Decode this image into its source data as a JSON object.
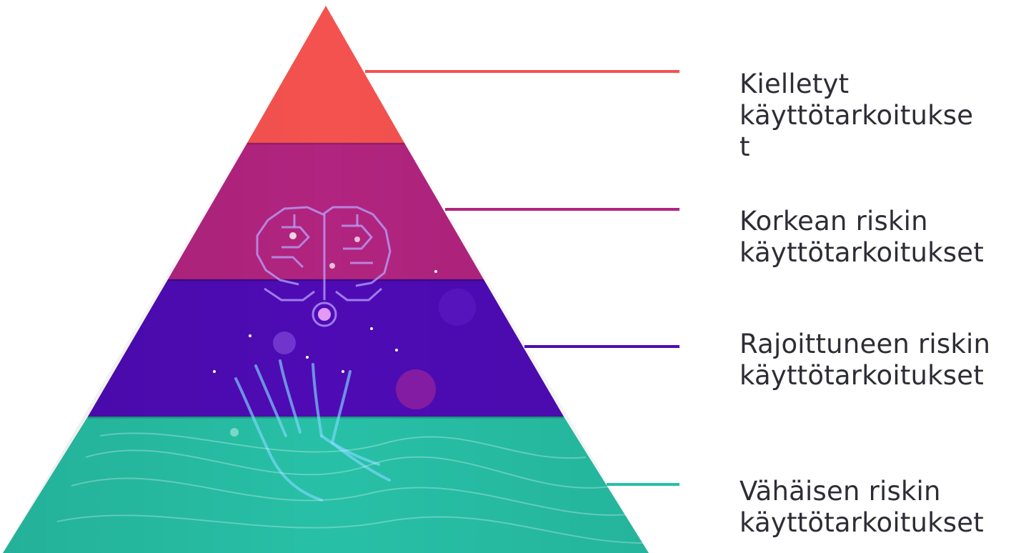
{
  "diagram": {
    "type": "risk-pyramid",
    "tiers": [
      {
        "id": "prohibited",
        "label_lines": [
          "Kielletyt",
          "käyttötarkoitukse",
          "t"
        ],
        "color": "#f4524f"
      },
      {
        "id": "high-risk",
        "label_lines": [
          "Korkean riskin",
          "käyttötarkoitukset"
        ],
        "color": "#b1247f"
      },
      {
        "id": "limited-risk",
        "label_lines": [
          "Rajoittuneen riskin",
          "käyttötarkoitukset"
        ],
        "color": "#4e0bb5"
      },
      {
        "id": "minimal-risk",
        "label_lines": [
          "Vähäisen riskin",
          "käyttötarkoitukset"
        ],
        "color": "#27c0a6"
      }
    ],
    "illustration": {
      "icons": [
        "circuit-brain-icon",
        "open-hand-icon"
      ]
    }
  }
}
